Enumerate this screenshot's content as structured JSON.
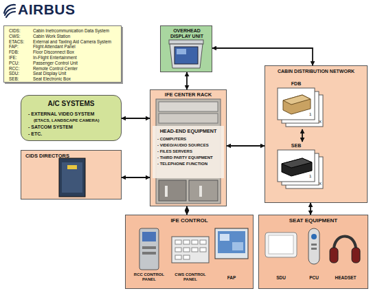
{
  "diagram": {
    "nodes": [
      {
        "text": [
          "CIDS:",
          "Cabin Inetrcommunication Data System",
          "CWS:",
          "Cabin Work Station",
          "ETACS:",
          "External and Taxiing Aid Camera System",
          "FAP:",
          "Flight Attendant Panel",
          "FDB:",
          "Floor Disconnect Box",
          "IFE:",
          "In-Flight Entertainment",
          "PCU:",
          "Passenger Control Unit",
          "RCC:",
          "Remote Control Center",
          "SDU:",
          "Seat Display Unit",
          "SEB:",
          "Seat Electronic Box"
        ]
      },
      {
        "text": [
          "OVERHEAD DISPLAY UNIT"
        ]
      },
      {
        "text": [
          "A/C SYSTEMS",
          "- EXTERNAL VIDEO SYSTEM",
          "(ETACS, LANDSCAPE CAMERA)",
          "- SATCOM SYSTEM",
          "- ETC."
        ]
      },
      {
        "text": [
          "IFE CENTER RACK",
          "HEAD-END EQUIPMENT",
          "- COMPUTERS",
          "- VIDEO/AUDIO SOURCES",
          "- FILES SERVERS",
          "- THIRD PARTY EQUIPMENT",
          "- TELEPHONE FUNCTION"
        ]
      },
      {
        "text": [
          "CABIN DISTRIBUTION NETWORK"
        ]
      },
      {
        "text": [
          "FDB",
          "1",
          "X"
        ],
        "in": 4
      },
      {
        "text": [
          "SEB",
          "1",
          "X"
        ],
        "in": 4
      },
      {
        "text": [
          "CIDS DIRECTORS"
        ]
      },
      {
        "text": [
          "IFE CONTROL"
        ]
      },
      {
        "text": [
          "RCC CONTROL PANEL"
        ],
        "in": 8
      },
      {
        "text": [
          "CWS CONTROL PANEL"
        ],
        "in": 8
      },
      {
        "text": [
          "FAP"
        ],
        "in": 8
      },
      {
        "text": [
          "SEAT EQUIPMENT"
        ]
      },
      {
        "text": [
          "SDU"
        ],
        "in": 12
      },
      {
        "text": [
          "PCU"
        ],
        "in": 12
      },
      {
        "text": [
          "HEADSET"
        ],
        "in": 12
      }
    ],
    "edges": [
      {
        "from": 2,
        "to": 3,
        "arrow": "both"
      },
      {
        "from": 1,
        "to": 3,
        "arrow": "both"
      },
      {
        "from": 1,
        "to": 4,
        "arrow": "both"
      },
      {
        "from": 3,
        "to": 4,
        "arrow": "both"
      },
      {
        "from": 5,
        "to": 6,
        "arrow": "both"
      },
      {
        "from": 7,
        "to": 3,
        "arrow": "both"
      },
      {
        "from": 3,
        "to": 8,
        "arrow": "both"
      },
      {
        "from": 4,
        "to": 12,
        "arrow": "both"
      }
    ],
    "labels": [
      "AIRBUS"
    ]
  }
}
